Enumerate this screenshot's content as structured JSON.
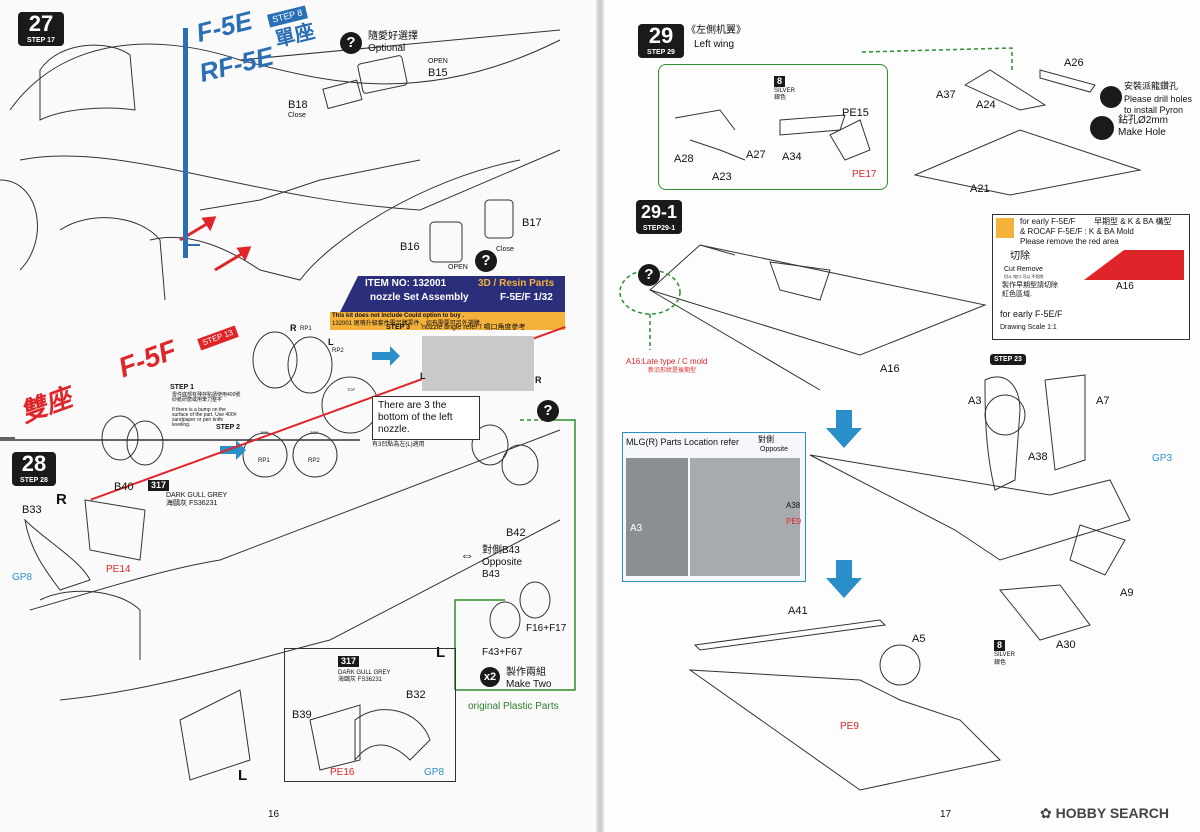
{
  "left_page": {
    "page_number": "16",
    "step27": {
      "number": "27",
      "sub": "STEP 17",
      "variant_top": "F-5E",
      "variant_top_step": "STEP 8",
      "variant_top_cn": "單座",
      "variant_mid": "RF-5E",
      "variant_f5f": "F-5F",
      "variant_f5f_cn": "雙座",
      "variant_f5f_step": "STEP 13",
      "optional_cn": "隨愛好選擇",
      "optional": "Optional",
      "open_label": "OPEN",
      "b15": "B15",
      "b18": "B18",
      "close_label": "Close",
      "b17": "B17",
      "b16": "B16",
      "open2": "OPEN",
      "close2": "Close"
    },
    "resin_banner": {
      "item_no": "ITEM NO: 132001",
      "type": "3D / Resin Parts",
      "title": "nozzle Set Assembly",
      "model": "F-5E/F  1/32",
      "note1": "This kit does not include Could option to buy .",
      "note2": "132001  尾噴升級套件需另購零件，如有需要可另外選購.",
      "step1": "STEP 1",
      "step1_cn": "零件底部有殘存點請使用400號砂紙研磨或用筆刀整平",
      "step1_en": "If there is a bump on the surface of the part. Use 400# sandpaper or pen knife leveling.",
      "step2": "STEP 2",
      "step3": "STEP 3",
      "angle_refer": "nozzle angle refer / 噴口角度參考",
      "rp1": "RP1",
      "rp2": "RP2",
      "r_label": "R",
      "l_label": "L",
      "top": "TOP",
      "note_box": "There are 3 the bottom of the left nozzle.",
      "note_cn": "有3凹點為左(L)適用"
    },
    "step28": {
      "number": "28",
      "sub": "STEP 28",
      "r_side": "R",
      "l_side": "L",
      "l_side2": "L",
      "b33": "B33",
      "b40": "B40",
      "paint_code": "317",
      "paint_name": "DARK GULL GREY",
      "paint_cn": "海鷗灰 FS36231",
      "pe14": "PE14",
      "gp8": "GP8",
      "b42": "B42",
      "opp_cn": "對側B43",
      "opposite": "Opposite",
      "b43": "B43",
      "f16": "F16+F17",
      "f43": "F43+F67",
      "make_two_cn": "製作兩組",
      "make_two": "Make Two",
      "x2": "x2",
      "original": "original Plastic Parts",
      "b39": "B39",
      "b32": "B32",
      "pe16": "PE16",
      "gp8b": "GP8",
      "paint2_code": "317",
      "paint2_name": "DARK GULL GREY",
      "paint2_cn": "海鷗灰 FS36231"
    }
  },
  "right_page": {
    "page_number": "17",
    "watermark": "HOBBY SEARCH",
    "step29": {
      "number": "29",
      "sub": "STEP 29",
      "title_cn": "《左側机翼》",
      "title": "Left wing",
      "paint_code": "8",
      "paint_name": "SILVER",
      "paint_cn": "銀色",
      "a28": "A28",
      "a23": "A23",
      "a27": "A27",
      "a34": "A34",
      "pe15": "PE15",
      "pe17": "PE17",
      "a37": "A37",
      "a24": "A24",
      "a26": "A26",
      "a21": "A21",
      "pylon_cn": "安裝派龍鑽孔",
      "pylon": "Please drill holes to install Pyron",
      "drill_cn": "鉆孔Ø2mm",
      "drill": "Make Hole"
    },
    "step29_1": {
      "number": "29-1",
      "sub": "STEP29-1",
      "early_note_en1": "for early F-5E/F",
      "early_note_cn1": "早期型 & K & BA 構型",
      "early_note_en2": "& ROCAF F-5E/F : K & BA  Mold",
      "early_note_en3": "Please remove the red area",
      "cut_cn": "切除",
      "cut": "Cut  Remove",
      "cut_sub": "切斗 咬口 可以 不切除",
      "make_early_cn1": "製作早期型請切除",
      "make_early_cn2": "紅色區域.",
      "a16": "A16",
      "early2": "for early F-5E/F",
      "scale": "Drawing Scale 1:1",
      "a16_late": "A16:Late type / C mold",
      "a16_late_cn": "新沿形狀是後期型",
      "a16b": "A16"
    },
    "step23_ref": {
      "label": "STEP 23",
      "a3": "A3",
      "a7": "A7",
      "a38": "A38"
    },
    "mlg_ref": {
      "title": "MLG(R) Parts Location refer",
      "opp_cn": "對側",
      "opposite": "Opposite",
      "a3": "A3",
      "a38": "A38",
      "pe9": "PE9"
    },
    "final": {
      "gp3": "GP3",
      "a9": "A9",
      "a30": "A30",
      "a41": "A41",
      "a5": "A5",
      "pe9": "PE9",
      "paint_code": "8",
      "paint_name": "SILVER",
      "paint_cn": "銀色"
    }
  }
}
